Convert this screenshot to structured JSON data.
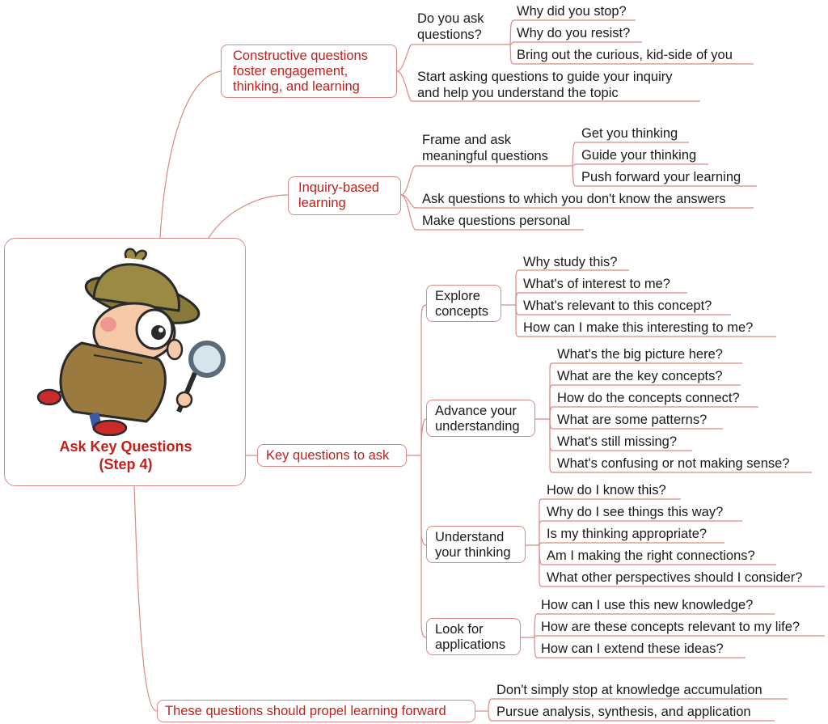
{
  "central": {
    "title_line1": "Ask Key Questions",
    "title_line2": "(Step 4)",
    "illustration": "detective-with-magnifying-glass"
  },
  "b1": {
    "label_lines": [
      "Constructive questions",
      "foster engagement,",
      "thinking, and learning"
    ],
    "c1": {
      "label_lines": [
        "Do you ask",
        "questions?"
      ],
      "items": [
        "Why did you stop?",
        "Why do you resist?",
        "Bring out the curious, kid-side of you"
      ]
    },
    "c2": {
      "label_lines": [
        "Start asking questions to guide your inquiry",
        "and help you understand the topic"
      ]
    }
  },
  "b2": {
    "label_lines": [
      "Inquiry-based",
      "learning"
    ],
    "c1": {
      "label_lines": [
        "Frame and ask",
        "meaningful questions"
      ],
      "items": [
        "Get you thinking",
        "Guide your thinking",
        "Push forward your learning"
      ]
    },
    "c2": "Ask questions to which you don't know the answers",
    "c3": "Make questions personal"
  },
  "b3": {
    "label": "Key questions to ask",
    "explore": {
      "label_lines": [
        "Explore",
        "concepts"
      ],
      "items": [
        "Why study this?",
        "What's of interest to me?",
        "What's relevant to this concept?",
        "How can I make this interesting to me?"
      ]
    },
    "advance": {
      "label_lines": [
        "Advance your",
        "understanding"
      ],
      "items": [
        "What's the big picture here?",
        "What are the key concepts?",
        "How do the concepts connect?",
        "What are some patterns?",
        "What's still missing?",
        "What's confusing or not making sense?"
      ]
    },
    "understand": {
      "label_lines": [
        "Understand",
        "your thinking"
      ],
      "items": [
        "How do I know this?",
        "Why do I see things this way?",
        "Is my thinking appropriate?",
        "Am I making the right connections?",
        "What other perspectives should I consider?"
      ]
    },
    "apply": {
      "label_lines": [
        "Look for",
        "applications"
      ],
      "items": [
        "How can I use this new knowledge?",
        "How are these concepts relevant to my life?",
        "How can I extend these ideas?"
      ]
    }
  },
  "b4": {
    "label": "These questions should propel learning forward",
    "items": [
      "Don't simply stop at knowledge accumulation",
      "Pursue analysis, synthesis, and application"
    ]
  },
  "colors": {
    "branch": "#c0201a",
    "line": "#d98a84",
    "text": "#1a1a1a"
  }
}
